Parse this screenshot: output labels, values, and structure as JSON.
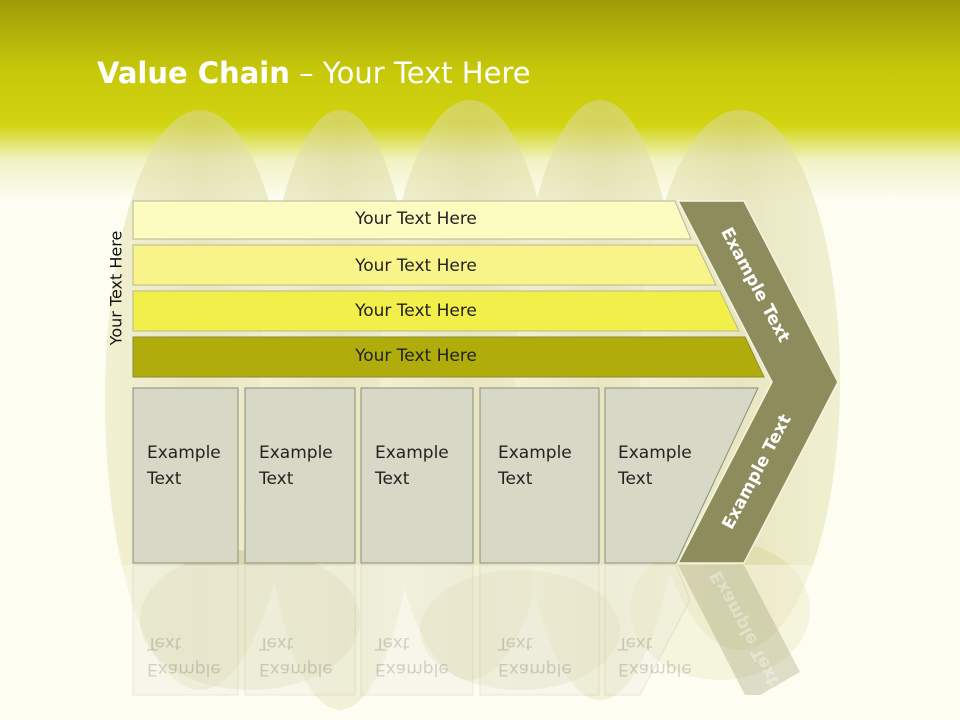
{
  "title": {
    "bold": "Value Chain",
    "rest": " – Your Text Here"
  },
  "side_label": "Your Text Here",
  "bars": [
    {
      "label": "Your Text Here",
      "color": "#fdfcc0"
    },
    {
      "label": "Your Text Here",
      "color": "#f8f48a"
    },
    {
      "label": "Your Text Here",
      "color": "#f2ee4a"
    },
    {
      "label": "Your Text Here",
      "color": "#b0ac0c"
    }
  ],
  "boxes": [
    {
      "line1": "Example",
      "line2": "Text"
    },
    {
      "line1": "Example",
      "line2": "Text"
    },
    {
      "line1": "Example",
      "line2": "Text"
    },
    {
      "line1": "Example",
      "line2": "Text"
    },
    {
      "line1": "Example",
      "line2": "Text"
    }
  ],
  "chevron": {
    "top_label": "Example Text",
    "bottom_label": "Example Text",
    "color": "#8c8c5c"
  },
  "colors": {
    "header": "#c6c80a",
    "box_fill": "#d8d8c6",
    "box_stroke": "#8c8c7c"
  }
}
